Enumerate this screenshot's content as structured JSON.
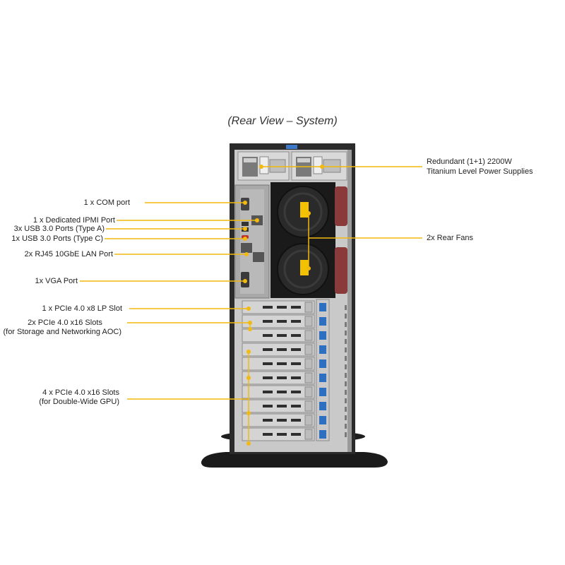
{
  "title": "(Rear View – System)",
  "colors": {
    "callout": "#f2b90f",
    "chassis": "#2b2b2b",
    "panel": "#c9c9c9",
    "fan": "#1a1a1a",
    "fan_sticker": "#f2c200",
    "psu_handle": "#8a3a3a",
    "pcie_blue": "#2f6fc0"
  },
  "callouts": {
    "com": "1 x COM  port",
    "ipmi": "1 x Dedicated IPMI Port",
    "usb_a": "3x USB 3.0 Ports (Type A)",
    "usb_c": "1x USB 3.0 Ports (Type C)",
    "lan": "2x RJ45 10GbE LAN Port",
    "vga": "1x VGA  Port",
    "pcie_lp": "1 x PCIe 4.0 x8 LP Slot",
    "pcie_x16_a": "2x PCIe 4.0 x16 Slots",
    "pcie_x16_b": "(for Storage and Networking AOC)",
    "pcie_gpu_a": "4 x PCIe 4.0 x16 Slots",
    "pcie_gpu_b": "(for Double-Wide GPU)",
    "psu_a": "Redundant (1+1) 2200W",
    "psu_b": "Titanium Level Power Supplies",
    "fans": "2x Rear Fans"
  }
}
